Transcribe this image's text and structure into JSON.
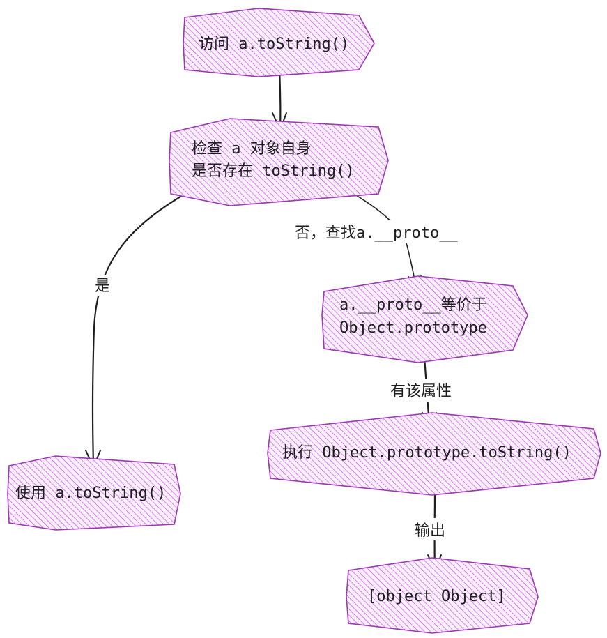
{
  "diagram": {
    "colors": {
      "node_fill": "#e6a8f2",
      "node_hatch": "#be4bdb",
      "node_stroke": "#9c36b5",
      "edge": "#1e1e1e",
      "text": "#1e1e1e"
    },
    "nodes": {
      "access": {
        "lines": [
          "访问 a.toString()"
        ]
      },
      "check_self": {
        "lines": [
          "检查 a 对象自身",
          "是否存在 toString()"
        ]
      },
      "use_own": {
        "lines": [
          "使用 a.toString()"
        ]
      },
      "proto_equals": {
        "lines": [
          "a.__proto__等价于",
          "Object.prototype"
        ]
      },
      "exec_proto": {
        "lines": [
          "执行 Object.prototype.toString()"
        ]
      },
      "result": {
        "lines": [
          "[object Object]"
        ]
      }
    },
    "edges": {
      "yes": {
        "label": "是"
      },
      "no": {
        "label": "否，查找a.__proto__"
      },
      "has_prop": {
        "label": "有该属性"
      },
      "output": {
        "label": "输出"
      }
    }
  }
}
